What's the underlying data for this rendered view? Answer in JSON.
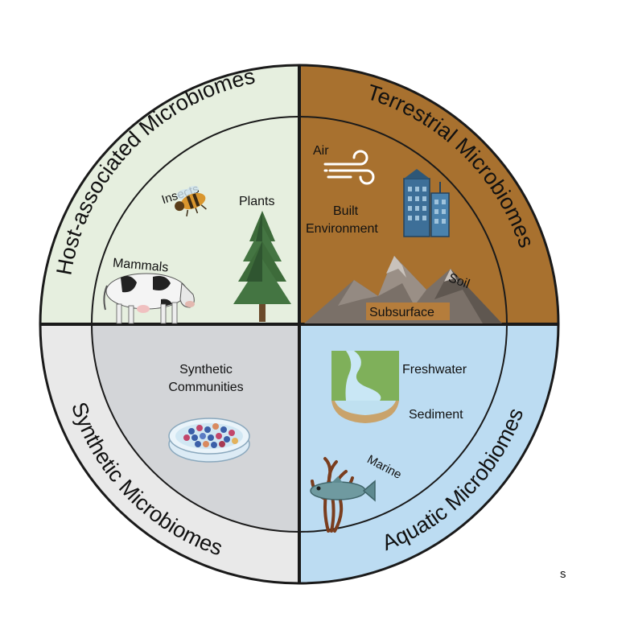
{
  "quadrants": {
    "host": {
      "title": "Host-associated Microbiomes",
      "color": "#e6efdf",
      "items": [
        "Insects",
        "Plants",
        "Mammals"
      ]
    },
    "terrestrial": {
      "title": "Terrestrial Microbiomes",
      "color": "#a8712f",
      "items": [
        "Air",
        "Built",
        "Environment",
        "Soil",
        "Subsurface"
      ]
    },
    "synthetic": {
      "title": "Synthetic Microbiomes",
      "outer_color": "#e9e9e9",
      "inner_color": "#d3d5d8",
      "items": [
        "Synthetic",
        "Communities"
      ]
    },
    "aquatic": {
      "title": "Aquatic Microbiomes",
      "color": "#bcdcf2",
      "items": [
        "Freshwater",
        "Sediment",
        "Marine"
      ]
    }
  },
  "icons": [
    "bee-icon",
    "pine-tree-icon",
    "cow-icon",
    "wind-icon",
    "buildings-icon",
    "mountain-icon",
    "petri-dish-icon",
    "river-icon",
    "fish-icon",
    "seaweed-icon"
  ],
  "stray_mark": "s"
}
